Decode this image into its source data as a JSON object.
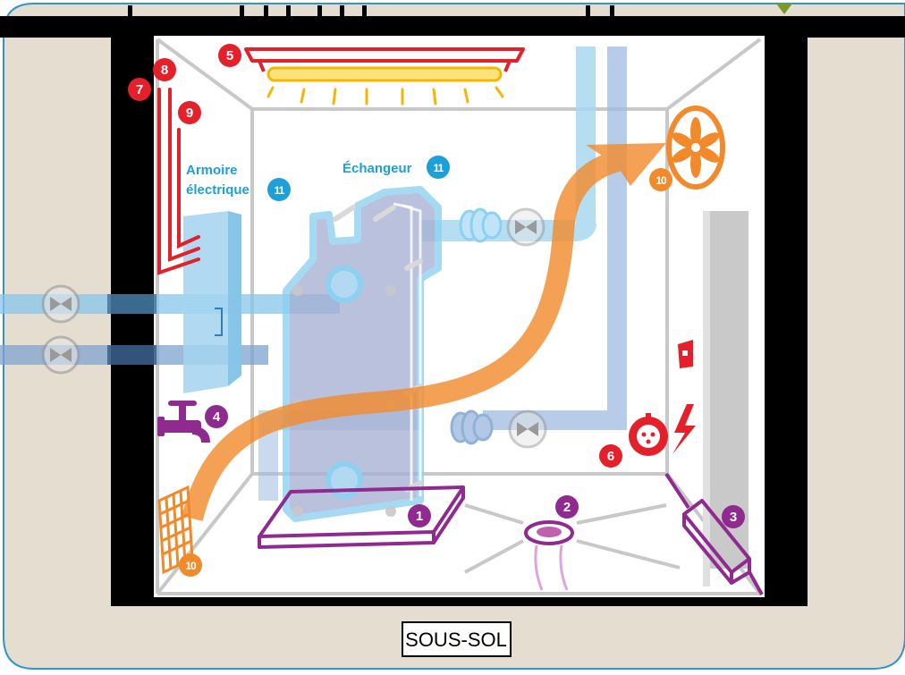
{
  "title": "SOUS-SOL",
  "labels": {
    "armoire_line1": "Armoire",
    "armoire_line2": "électrique",
    "echangeur": "Échangeur"
  },
  "markers": {
    "m1": "1",
    "m2": "2",
    "m3": "3",
    "m4": "4",
    "m5": "5",
    "m6": "6",
    "m7": "7",
    "m8": "8",
    "m9": "9",
    "m10a": "10",
    "m10b": "10",
    "m11a": "11",
    "m11b": "11"
  },
  "colors": {
    "ground": "#e6ddd1",
    "wall": "#000000",
    "frame": "#2f96c9",
    "red": "#e4202a",
    "purple": "#8f2a8f",
    "orange": "#f28a2b",
    "blue": "#1d9fd8",
    "pipe_light": "#9fd3ee",
    "pipe_dark": "#8fb2d6",
    "exchanger": "#9aa7c9",
    "gray": "#c8c8c8"
  },
  "icons": [
    "valve-icon",
    "fan-icon",
    "tap-icon",
    "socket-icon",
    "lightning-icon",
    "fuse-box-icon",
    "floor-drain-icon",
    "grille-icon",
    "lamp-icon",
    "sump-pump-icon",
    "floor-pad-icon"
  ]
}
